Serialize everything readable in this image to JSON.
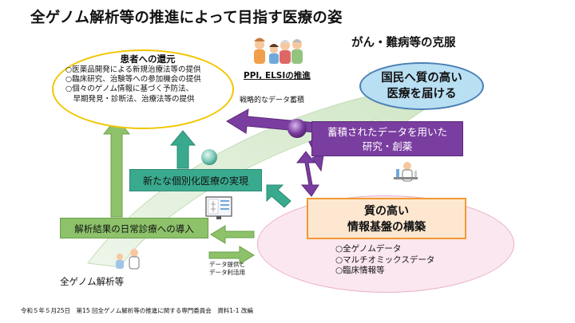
{
  "title": "全ゲノム解析等の推進によって目指す医療の姿",
  "subtitle": "がん・難病等の克服",
  "patient_benefit": {
    "title": "患者への還元",
    "items": [
      "○医薬品開発による新規治療法等の提供",
      "○臨床研究、治験等への参加機会の提供",
      "○個々のゲノム情報に基づく予防法、",
      "　早期発見・診断法、治療法等の提供"
    ]
  },
  "ppi_label": "PPI, ELSIの推進",
  "strategic_label": "戦略的なデータ蓄積",
  "goal": {
    "line1": "国民へ質の高い",
    "line2": "医療を届ける"
  },
  "research": {
    "line1": "蓄積されたデータを用いた",
    "line2": "研究・創薬"
  },
  "personalized": "新たな個別化医療の実現",
  "intro": "解析結果の日常診療への導入",
  "foundation": {
    "line1": "質の高い",
    "line2": "情報基盤の構築",
    "items": [
      "○全ゲノムデータ",
      "○マルチオミックスデータ",
      "○臨床情報等"
    ]
  },
  "data_flow": {
    "line1": "データ提供と",
    "line2": "データ利活用"
  },
  "wgs_label": "全ゲノム解析等",
  "footer": "令和５年５月25日　第15 回全ゲノム解析等の推進に関する専門委員会　資料1-1 改編",
  "colors": {
    "big_arrow": "#d9ecd2",
    "purple": "#7a3da0",
    "teal": "#3aaa8f",
    "green": "#8dc26a",
    "orange": "#f09a30",
    "pink": "#fbe7f0",
    "light_blue": "#b9dff3",
    "yellow": "#f2c600"
  }
}
